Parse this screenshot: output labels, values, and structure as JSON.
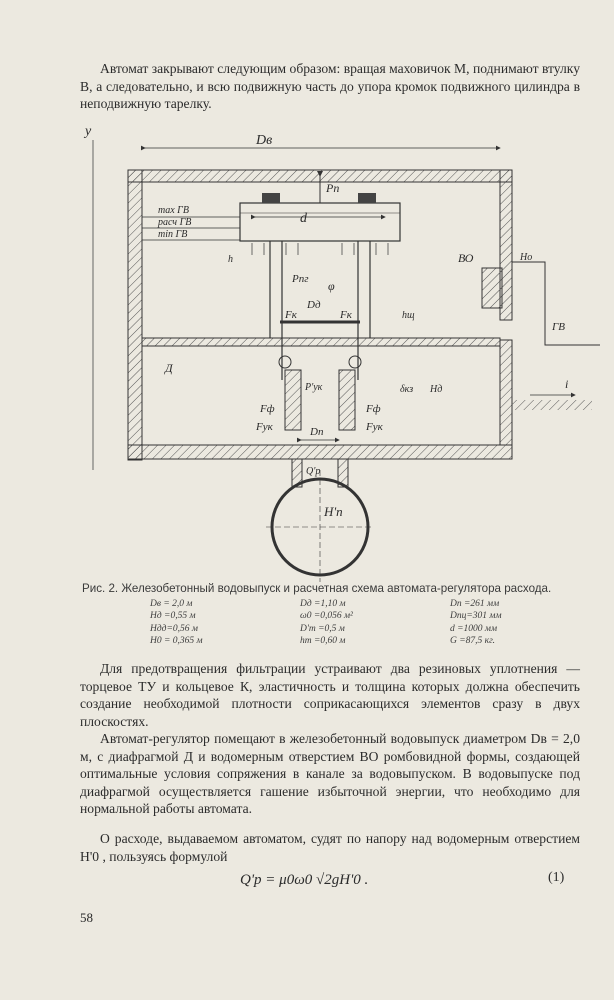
{
  "text": {
    "p1": "Автомат закрывают следующим образом: вращая маховичок М, поднимают втулку В, а следовательно, и всю подвижную часть до упора кромок подвижного цилиндра в неподвижную тарелку.",
    "p2": "Для предотвращения фильтрации устраивают два резиновых уплотнения — торцевое ТУ и кольцевое К, эластичность и толщина которых должна обеспечить создание необходимой плотности соприкасающихся элементов сразу в двух плоскостях.",
    "p3": "Автомат-регулятор помещают в железобетонный водовыпуск диаметром Dв = 2,0 м, с диафрагмой Д и водомерным отверстием ВО ромбовидной формы, создающей оптимальные условия сопряжения в канале за водовыпуском. В водовыпуске под диафрагмой осуществляется гашение избыточной энергии, что необходимо для нормальной работы автомата.",
    "p4": "О расходе, выдаваемом автоматом, судят по напору над водомерным отверстием H'0 , пользуясь формулой",
    "formula": "Q'p = μ0ω0 √2gH'0 .",
    "eqnum": "(1)",
    "pagenum": "58"
  },
  "figure": {
    "caption": "Рис. 2. Железобетонный водовыпуск и расчетная схема автомата-регулятора расхода.",
    "params": [
      [
        "Dв = 2,0 м",
        "Dд =1,10 м",
        "Dп =261 мм"
      ],
      [
        "Hд =0,55 м",
        "ω0 =0,056 м²",
        "Dпц=301 мм"
      ],
      [
        "Hдд=0,56 м",
        "D'т =0,5 м",
        "d =1000 мм"
      ],
      [
        "H0 = 0,365 м",
        "hт =0,60 м",
        "G =87,5 кг."
      ]
    ],
    "labels": {
      "y_axis": "y",
      "Db": "Dв",
      "Pn": "Pп",
      "d": "d",
      "max_gv": "max ГВ",
      "rasch_gv": "расч ГВ",
      "min_gv": "min ГВ",
      "h": "h",
      "Png": "Pпг",
      "phi": "φ",
      "Dd": "Dд",
      "Fk1": "Fк",
      "Fk2": "Fк",
      "D": "Д",
      "VO": "ВО",
      "GV": "ГВ",
      "i": "i",
      "Hn": "H'п",
      "Dp": "Dп",
      "Qp": "Q'р",
      "Fph1": "Fф",
      "Fph2": "Fф",
      "Fuk1": "Fук",
      "Fuk2": "Fук",
      "Puk": "P'ук",
      "delta": "δкз",
      "hsh": "hщ",
      "Hd": "Hд",
      "Ho": "Hо"
    }
  }
}
